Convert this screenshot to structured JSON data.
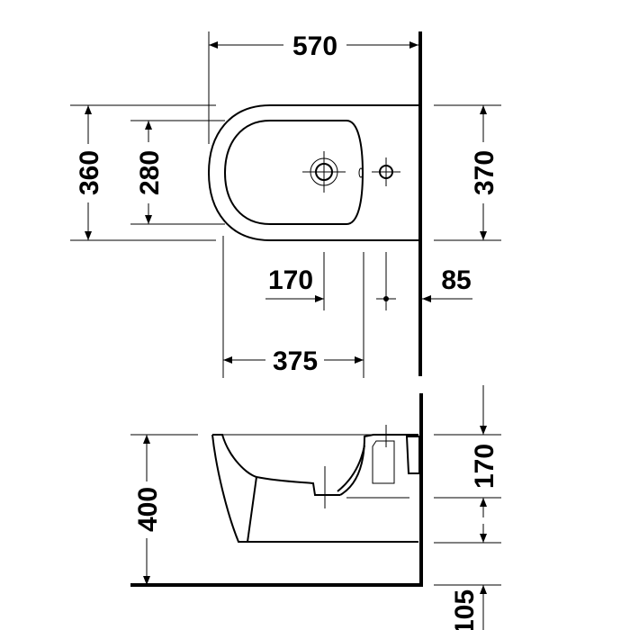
{
  "top_view": {
    "width_label": "570",
    "depth_outer_label": "360",
    "depth_inner_label": "280",
    "depth_right_label": "370",
    "tap_offset_label": "170",
    "wall_offset_label": "85",
    "fixing_label": "375"
  },
  "side_view": {
    "height_label": "400",
    "rim_to_outlet_label": "170",
    "floor_gap_label": "105"
  }
}
